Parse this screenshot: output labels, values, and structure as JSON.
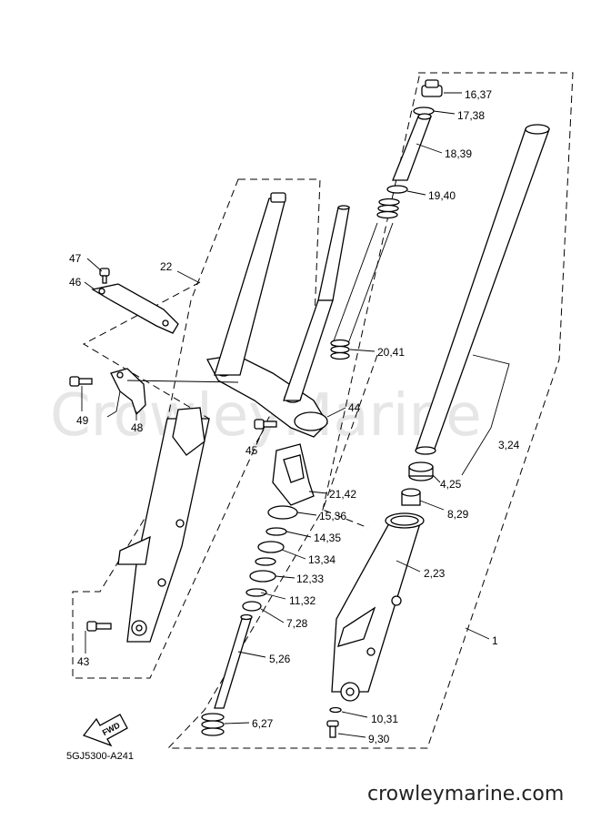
{
  "labels": {
    "p1": "16,37",
    "p2": "17,38",
    "p3": "18,39",
    "p4": "19,40",
    "p5": "20,41",
    "p6": "3,24",
    "p7": "4,25",
    "p8": "8,29",
    "p9": "2,23",
    "p10": "1",
    "p11": "10,31",
    "p12": "9,30",
    "p13": "6,27",
    "p14": "5,26",
    "p15": "7,28",
    "p16": "11,32",
    "p17": "12,33",
    "p18": "13,34",
    "p19": "14,35",
    "p20": "15,36",
    "p21": "21,42",
    "p22": "44",
    "p23": "45",
    "p24": "22",
    "p25": "47",
    "p26": "46",
    "p27": "49",
    "p28": "48",
    "p29": "43"
  },
  "fwd_label": "FWD",
  "diagram_code": "5GJ5300-A241",
  "website": "crowleymarine.com",
  "watermark": "CrowleyMarine"
}
